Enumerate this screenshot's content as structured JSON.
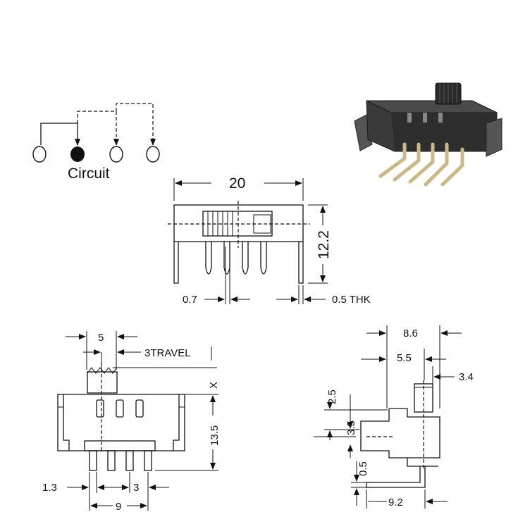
{
  "circuit": {
    "label": "Circuit",
    "terminals": [
      "open",
      "filled",
      "open",
      "open"
    ]
  },
  "top_view": {
    "width": "20",
    "height": "12.2",
    "pin_width": "0.7",
    "thickness": "0.5 THK"
  },
  "front_view": {
    "knob_width": "5",
    "travel": "3TRAVEL",
    "x_label": "X",
    "body_height": "13.5",
    "pin_offset": "1.3",
    "pin_pitch": "3",
    "pin_span": "9"
  },
  "side_view": {
    "overall": "8.6",
    "to_knob": "5.5",
    "knob": "3.4",
    "upper": "2.5",
    "mid": "3.5",
    "thk": "0.5",
    "bottom": "9.2"
  },
  "colors": {
    "ink": "#111111",
    "photo_body": "#3a3a3a",
    "photo_pins": "#c9b98a"
  }
}
